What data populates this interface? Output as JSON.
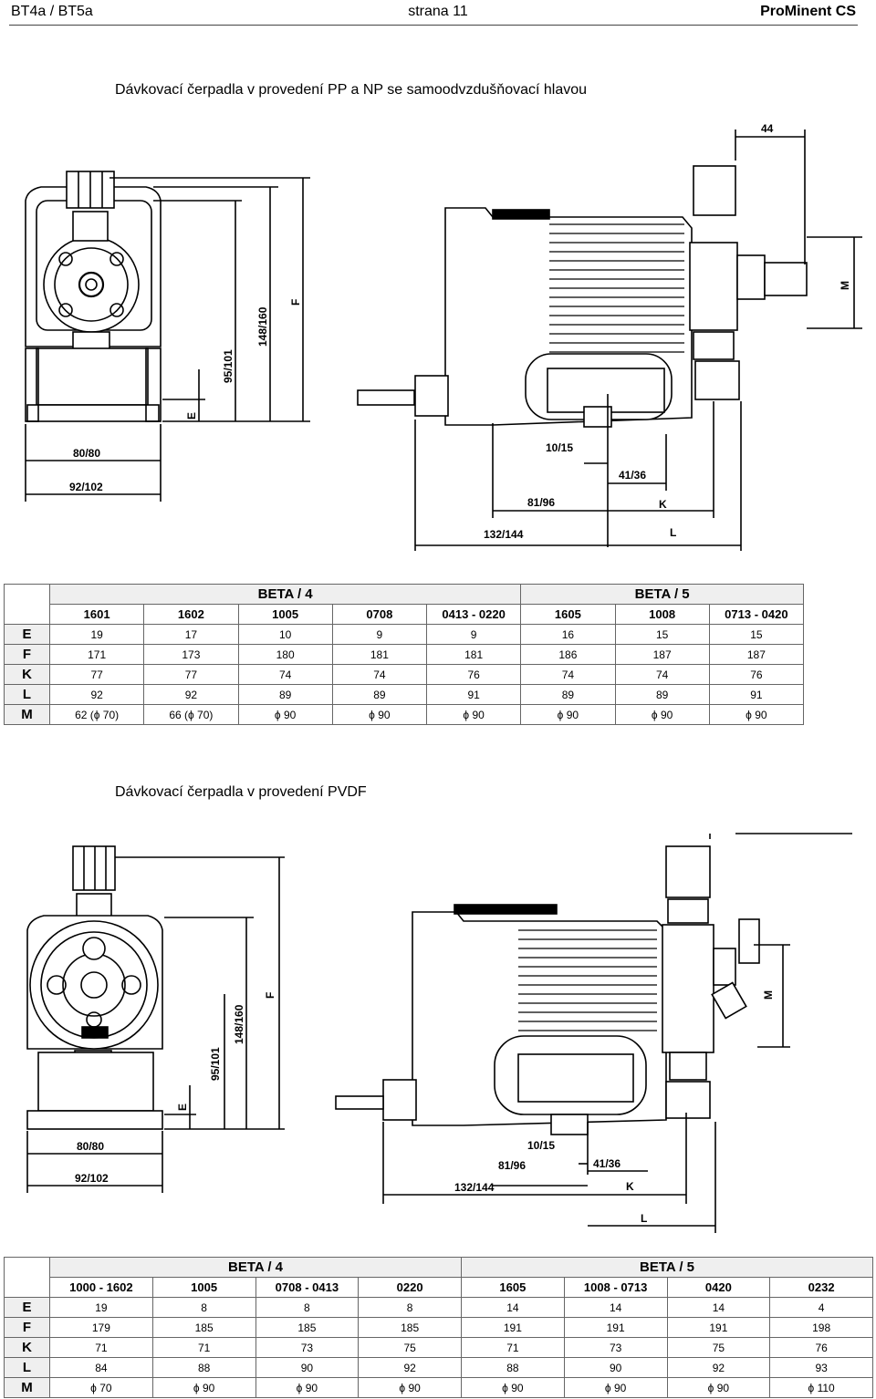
{
  "header": {
    "left": "BT4a / BT5a",
    "center": "strana 11",
    "right": "ProMinent CS"
  },
  "section1": {
    "title": "Dávkovací čerpadla v provedení PP a NP se samoodvzdušňovací hlavou",
    "drawing_labels": {
      "w1": "80/80",
      "w2": "92/102",
      "e": "E",
      "h1": "95/101",
      "h2": "148/160",
      "f": "F",
      "d44": "44",
      "m": "M",
      "d10": "10/15",
      "d41": "41/36",
      "d81": "81/96",
      "k": "K",
      "d132": "132/144",
      "l": "L"
    },
    "table": {
      "groups": [
        "BETA / 4",
        "BETA / 5"
      ],
      "models": [
        "1601",
        "1602",
        "1005",
        "0708",
        "0413 - 0220",
        "1605",
        "1008",
        "0713 - 0420"
      ],
      "rows": [
        {
          "label": "E",
          "values": [
            "19",
            "17",
            "10",
            "9",
            "9",
            "16",
            "15",
            "15"
          ]
        },
        {
          "label": "F",
          "values": [
            "171",
            "173",
            "180",
            "181",
            "181",
            "186",
            "187",
            "187"
          ]
        },
        {
          "label": "K",
          "values": [
            "77",
            "77",
            "74",
            "74",
            "76",
            "74",
            "74",
            "76"
          ]
        },
        {
          "label": "L",
          "values": [
            "92",
            "92",
            "89",
            "89",
            "91",
            "89",
            "89",
            "91"
          ]
        },
        {
          "label": "M",
          "values": [
            "62 (ϕ 70)",
            "66 (ϕ 70)",
            "ϕ 90",
            "ϕ 90",
            "ϕ 90",
            "ϕ 90",
            "ϕ 90",
            "ϕ 90"
          ]
        }
      ]
    }
  },
  "section2": {
    "title": "Dávkovací čerpadla v provedení PVDF",
    "drawing_labels": {
      "w1": "80/80",
      "w2": "92/102",
      "e": "E",
      "h1": "95/101",
      "h2": "148/160",
      "f": "F",
      "m": "M",
      "d10": "10/15",
      "d81": "81/96",
      "d41": "41/36",
      "d132": "132/144",
      "k": "K",
      "l": "L"
    },
    "table": {
      "groups": [
        "BETA / 4",
        "BETA / 5"
      ],
      "models": [
        "1000 - 1602",
        "1005",
        "0708 - 0413",
        "0220",
        "1605",
        "1008 - 0713",
        "0420",
        "0232"
      ],
      "rows": [
        {
          "label": "E",
          "values": [
            "19",
            "8",
            "8",
            "8",
            "14",
            "14",
            "14",
            "4"
          ]
        },
        {
          "label": "F",
          "values": [
            "179",
            "185",
            "185",
            "185",
            "191",
            "191",
            "191",
            "198"
          ]
        },
        {
          "label": "K",
          "values": [
            "71",
            "71",
            "73",
            "75",
            "71",
            "73",
            "75",
            "76"
          ]
        },
        {
          "label": "L",
          "values": [
            "84",
            "88",
            "90",
            "92",
            "88",
            "90",
            "92",
            "93"
          ]
        },
        {
          "label": "M",
          "values": [
            "ϕ 70",
            "ϕ 90",
            "ϕ 90",
            "ϕ 90",
            "ϕ 90",
            "ϕ 90",
            "ϕ 90",
            "ϕ 110"
          ]
        }
      ]
    }
  }
}
